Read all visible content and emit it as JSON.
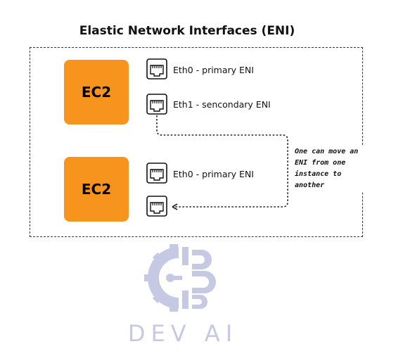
{
  "title": "Elastic Network Interfaces (ENI)",
  "colors": {
    "ec2_fill": "#F7941D",
    "watermark": "#C5C9E3",
    "line": "#222222"
  },
  "instances": [
    {
      "label": "EC2",
      "interfaces": [
        {
          "icon": "ethernet-port-icon",
          "label": "Eth0 - primary ENI"
        },
        {
          "icon": "ethernet-port-icon",
          "label": "Eth1 - sencondary ENI"
        }
      ]
    },
    {
      "label": "EC2",
      "interfaces": [
        {
          "icon": "ethernet-port-icon",
          "label": "Eth0 - primary ENI"
        },
        {
          "icon": "ethernet-port-icon",
          "label": ""
        }
      ]
    }
  ],
  "note": "One can move an ENI from one instance to another",
  "watermark": {
    "icon": "dev-ai-gear-logo-icon",
    "text": "DEV AI"
  }
}
